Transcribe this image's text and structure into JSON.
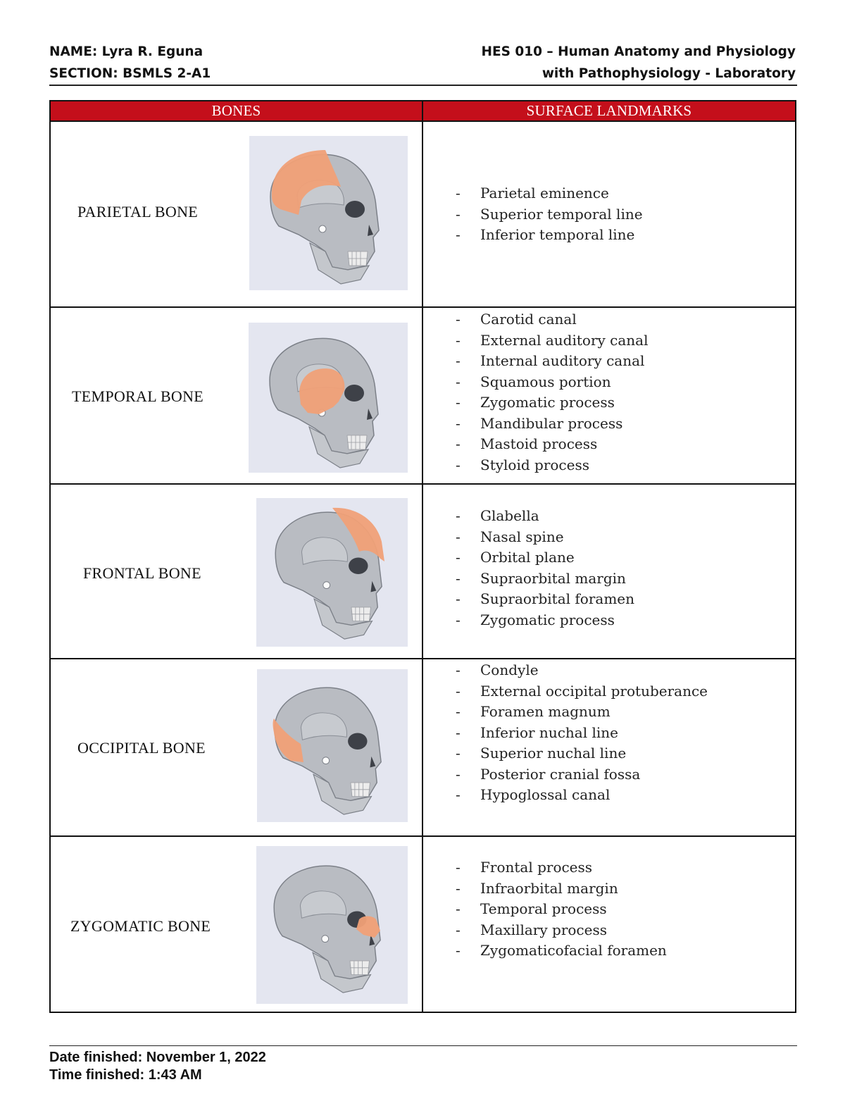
{
  "header": {
    "name": "NAME: Lyra R. Eguna",
    "section": "SECTION: BSMLS 2-A1",
    "course_line1": "HES 010 – Human Anatomy and Physiology",
    "course_line2": "with Pathophysiology - Laboratory"
  },
  "table": {
    "col_bones": "BONES",
    "col_landmarks": "SURFACE LANDMARKS",
    "rows": [
      {
        "bone": "PARIETAL BONE",
        "highlight": "parietal",
        "landmarks": [
          "Parietal eminence",
          "Superior temporal line",
          "Inferior temporal line"
        ]
      },
      {
        "bone": "TEMPORAL BONE",
        "highlight": "temporal",
        "landmarks": [
          "Carotid canal",
          "External auditory canal",
          "Internal auditory canal",
          "Squamous portion",
          "Zygomatic process",
          "Mandibular process",
          "Mastoid process",
          "Styloid process"
        ]
      },
      {
        "bone": "FRONTAL BONE",
        "highlight": "frontal",
        "landmarks": [
          "Glabella",
          "Nasal spine",
          "Orbital plane",
          "Supraorbital margin",
          "Supraorbital foramen",
          "Zygomatic process"
        ]
      },
      {
        "bone": "OCCIPITAL BONE",
        "highlight": "occipital",
        "landmarks": [
          "Condyle",
          "External occipital protuberance",
          "Foramen magnum",
          "Inferior nuchal line",
          "Superior nuchal line",
          "Posterior cranial fossa",
          "Hypoglossal canal"
        ]
      },
      {
        "bone": "ZYGOMATIC BONE",
        "highlight": "zygomatic",
        "landmarks": [
          "Frontal process",
          "Infraorbital margin",
          "Temporal process",
          "Maxillary process",
          "Zygomaticofacial foramen"
        ]
      }
    ]
  },
  "colors": {
    "header_red": "#c40f1b",
    "highlight_orange": "#f0a077",
    "skull_gray": "#b9bcc2",
    "image_bg": "#e4e6f0"
  },
  "footer": {
    "date": "Date finished: November 1, 2022",
    "time": "Time finished: 1:43 AM"
  }
}
